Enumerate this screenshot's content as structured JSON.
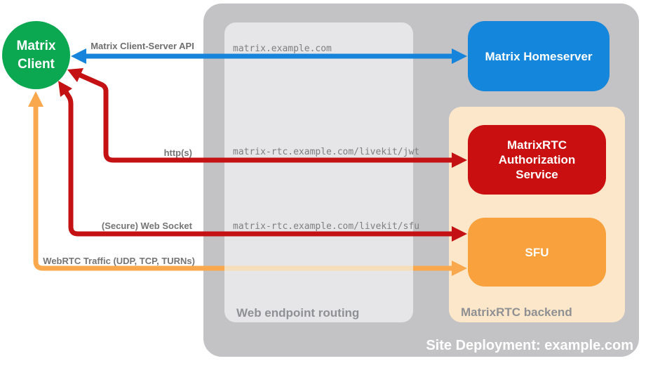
{
  "client": {
    "line1": "Matrix",
    "line2": "Client",
    "color": "#0ca751"
  },
  "site_container": {
    "label": "Site Deployment: example.com",
    "bg": "#c3c3c5"
  },
  "routing_box": {
    "label": "Web endpoint routing",
    "bg": "#e6e6e8",
    "endpoints": [
      {
        "url": "matrix.example.com"
      },
      {
        "url": "matrix-rtc.example.com/livekit/jwt"
      },
      {
        "url": "matrix-rtc.example.com/livekit/sfu"
      }
    ]
  },
  "homeserver_box": {
    "label": "Matrix Homeserver",
    "bg": "#1486db"
  },
  "backend_container": {
    "label": "MatrixRTC backend",
    "bg": "#fde7ca"
  },
  "auth_box": {
    "label": "MatrixRTC Authorization Service",
    "bg": "#c90f0f"
  },
  "sfu_box": {
    "label": "SFU",
    "bg": "#f9a13c"
  },
  "connections": {
    "client_server_api": {
      "label": "Matrix Client-Server API",
      "color": "#1584da"
    },
    "https": {
      "label": "http(s)",
      "color": "#c41113"
    },
    "websocket": {
      "label": "(Secure) Web Socket",
      "color": "#c41113"
    },
    "webrtc": {
      "label": "WebRTC Traffic (UDP, TCP, TURNs)",
      "color": "#f9a84d",
      "muted_color": "#f6deba"
    }
  }
}
